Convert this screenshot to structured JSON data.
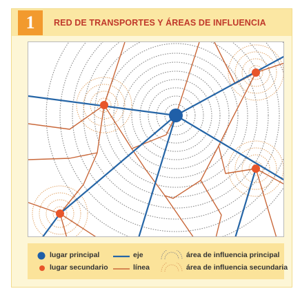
{
  "header": {
    "number": "1",
    "title": "RED DE TRANSPORTES Y ÁREAS DE INFLUENCIA"
  },
  "legend": {
    "main_place": "lugar principal",
    "secondary_place": "lugar secundario",
    "axis": "eje",
    "line": "línea",
    "main_area": "área de influencia principal",
    "secondary_area": "área de influencia secundaria"
  },
  "colors": {
    "background": "#fdf6d6",
    "header": "#fbe7a3",
    "number_box": "#f29a2e",
    "title": "#c0392b",
    "axis": "#2565a6",
    "line": "#c9683a",
    "main_place": "#1f5fa8",
    "secondary_place": "#e8552a",
    "main_area_rings": "#8a8a8a",
    "secondary_area_rings": "#e0a060"
  }
}
